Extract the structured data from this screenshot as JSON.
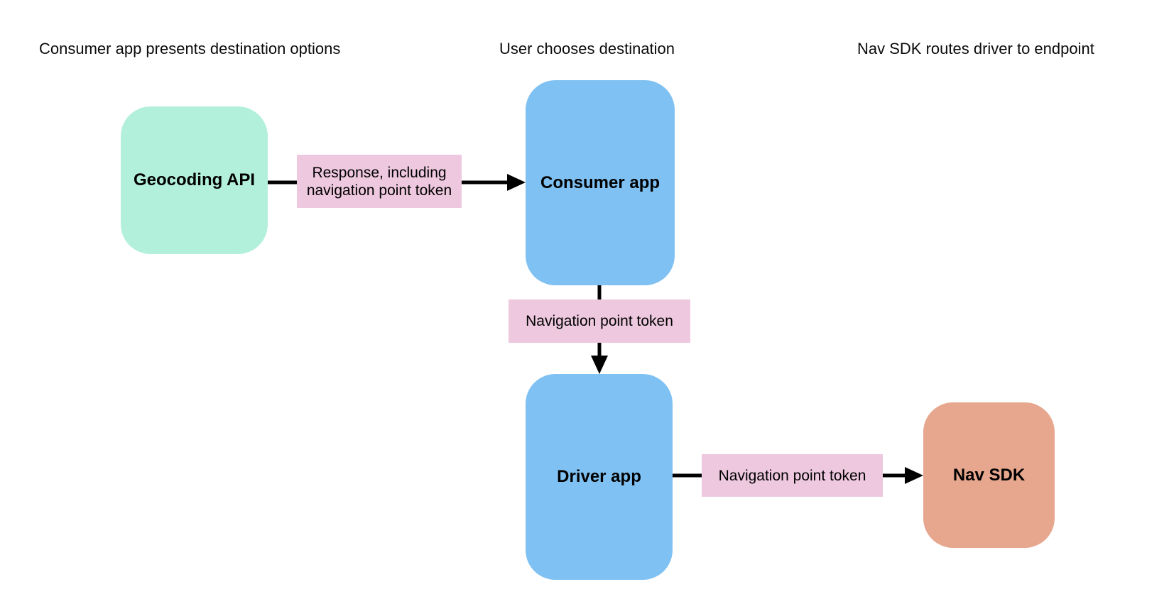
{
  "headers": [
    {
      "label": "Consumer app presents destination options"
    },
    {
      "label": "User chooses destination"
    },
    {
      "label": "Nav SDK routes driver to endpoint"
    }
  ],
  "nodes": {
    "geocoding_api": {
      "label": "Geocoding API",
      "color": "#b3f0dc"
    },
    "consumer_app": {
      "label": "Consumer app",
      "color": "#7fc1f2"
    },
    "driver_app": {
      "label": "Driver app",
      "color": "#7fc1f2"
    },
    "nav_sdk": {
      "label": "Nav SDK",
      "color": "#e7a78e"
    }
  },
  "edges": {
    "geocoding_to_consumer": {
      "label": "Response, including navigation point token",
      "color": "#edc8de"
    },
    "consumer_to_driver": {
      "label": "Navigation point token",
      "color": "#edc8de"
    },
    "driver_to_navsdk": {
      "label": "Navigation point token",
      "color": "#edc8de"
    }
  },
  "colors": {
    "background": "#ffffff",
    "arrow": "#000000",
    "text": "#000000"
  }
}
